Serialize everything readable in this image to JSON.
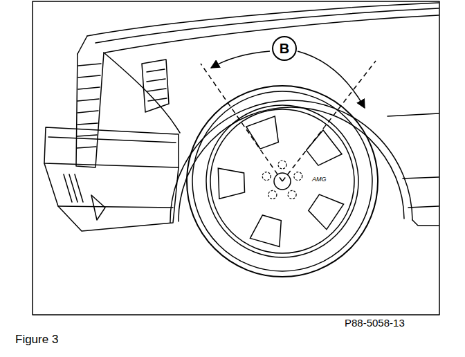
{
  "diagram": {
    "caption": "Figure 3",
    "nodes": [
      {
        "text": [
          "B"
        ]
      }
    ],
    "labels": [
      "AMG",
      "P88-5058-13"
    ]
  }
}
